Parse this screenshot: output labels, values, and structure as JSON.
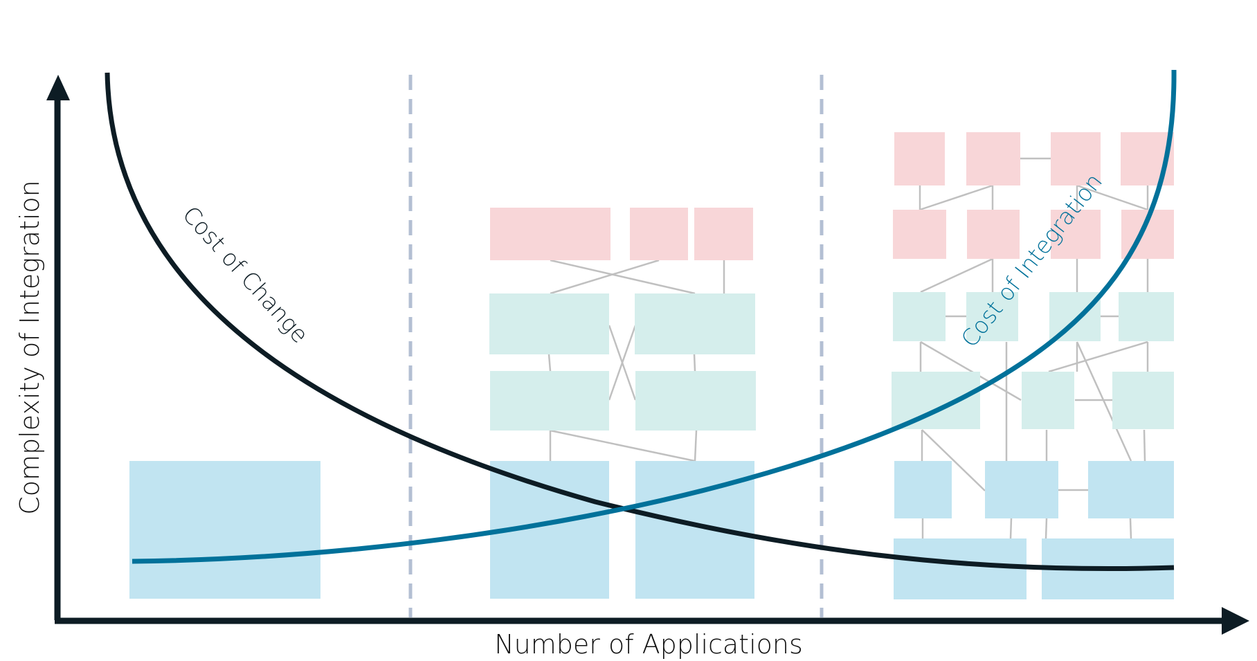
{
  "axes": {
    "x_label": "Number of Applications",
    "y_label": "Complexity of Integration"
  },
  "curves": {
    "change": {
      "label": "Cost of Change",
      "color": "#0d1c24"
    },
    "integration": {
      "label": "Cost of Integration",
      "color": "#00719a"
    }
  },
  "colors": {
    "axis": "#0d1c24",
    "divider": "#b3bfd3",
    "box_pink": "#f8d6d8",
    "box_mint": "#d5eeec",
    "box_blue": "#c1e4f1",
    "connector": "#c0c0c0"
  },
  "stages": [
    {
      "name": "few-applications"
    },
    {
      "name": "several-applications"
    },
    {
      "name": "many-applications"
    }
  ]
}
